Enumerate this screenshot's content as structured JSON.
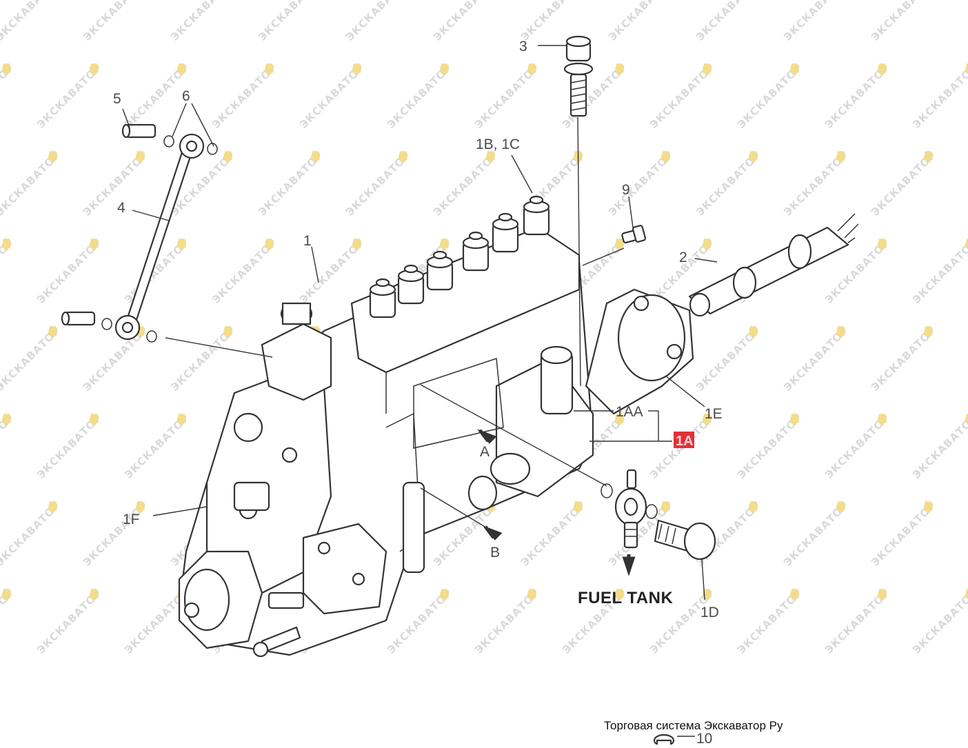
{
  "labels": {
    "l3": "3",
    "l5": "5",
    "l6": "6",
    "l4": "4",
    "l1b1c": "1B, 1C",
    "l9": "9",
    "l2": "2",
    "l1": "1",
    "l1e": "1E",
    "l1aa": "1AA",
    "l1a": "1A",
    "lA": "A",
    "l1f": "1F",
    "lB": "B",
    "fuel_tank": "FUEL TANK",
    "l1d": "1D",
    "l10": "10"
  },
  "footer": "Торговая система Экскаватор Ру",
  "watermark": "ЭКСКАВАТОР",
  "colors": {
    "highlight": "#e0303a",
    "watermark_icon": "#f3dc8a"
  }
}
